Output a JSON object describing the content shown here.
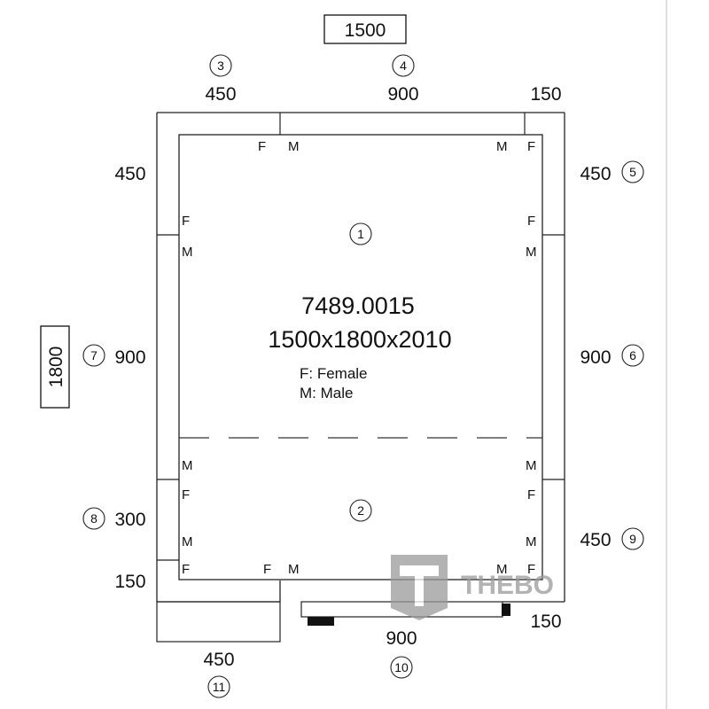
{
  "boxed": {
    "top": "1500",
    "left": "1800"
  },
  "dims": {
    "top_left": "450",
    "top_mid": "900",
    "top_right": "150",
    "left_top": "450",
    "left_mid": "900",
    "left_low": "300",
    "left_bottom": "150",
    "right_top": "450",
    "right_mid": "900",
    "right_low": "450",
    "right_bottom": "150",
    "bottom_mid": "900",
    "bottom_left": "450"
  },
  "circles": {
    "c1": "1",
    "c2": "2",
    "c3": "3",
    "c4": "4",
    "c5": "5",
    "c6": "6",
    "c7": "7",
    "c8": "8",
    "c9": "9",
    "c10": "10",
    "c11": "11"
  },
  "title": {
    "code": "7489.0015",
    "size": "1500x1800x2010",
    "legend_f": "F: Female",
    "legend_m": "M: Male"
  },
  "markers": {
    "f": "F",
    "m": "M"
  },
  "watermark": {
    "text": "THEBO",
    "icon": "thebo-logo-icon"
  },
  "colors": {
    "line": "#222222",
    "door": "#111111",
    "watermark": "#9a9a9a"
  }
}
